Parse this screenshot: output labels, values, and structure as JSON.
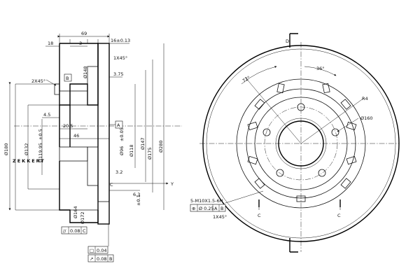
{
  "brand": {
    "name": "ZEKKERT"
  },
  "side_view": {
    "dimensions": {
      "overall_width": "69",
      "flange": "18",
      "step": "3",
      "disc_thickness": "16±0.13",
      "chamfer_top": "1X45°",
      "chamfer_left": "2X45°",
      "small_gap": "3.75",
      "offset_45": "4.5",
      "offset_20": "20.5",
      "offset_46": "46",
      "dia_148": "Ø148",
      "dia_180": "Ø180",
      "dia_132": "Ø132",
      "dia_119": "Ø119.95",
      "tol_119": "±0.5",
      "dia_96": "Ø96",
      "tol_96": "±0.05",
      "dia_118": "Ø118",
      "dia_147": "Ø147",
      "dia_175": "Ø175",
      "dia_280": "Ø280",
      "dia_164": "Ø164",
      "dia_172": "Ø172",
      "tol_172": "±0.1",
      "dim_32": "3.2",
      "dim_63": "6.3",
      "datum_a": "A",
      "datum_b": "B",
      "datum_c": "C",
      "datum_y": "Y"
    },
    "tolerance_frames": {
      "parallel": {
        "symbol": "//",
        "value": "0.08",
        "datum": "C"
      },
      "flatness": {
        "symbol": "□",
        "value": "0.04"
      },
      "runout": {
        "symbol": "↗",
        "value": "0.08",
        "datum": "B"
      }
    }
  },
  "front_view": {
    "dimensions": {
      "slot_angle": "72°",
      "slot_angle_2": "36°",
      "radius": "R4",
      "bolt_circle": "Ø160",
      "bolt_spec": "5-M10X1.5-6H",
      "position_tol": "Ø 0.25",
      "position_datums": [
        "A",
        "B"
      ],
      "chamfer": "1X45°",
      "section_left": "C",
      "section_right": "C",
      "mark_d": "D"
    }
  }
}
